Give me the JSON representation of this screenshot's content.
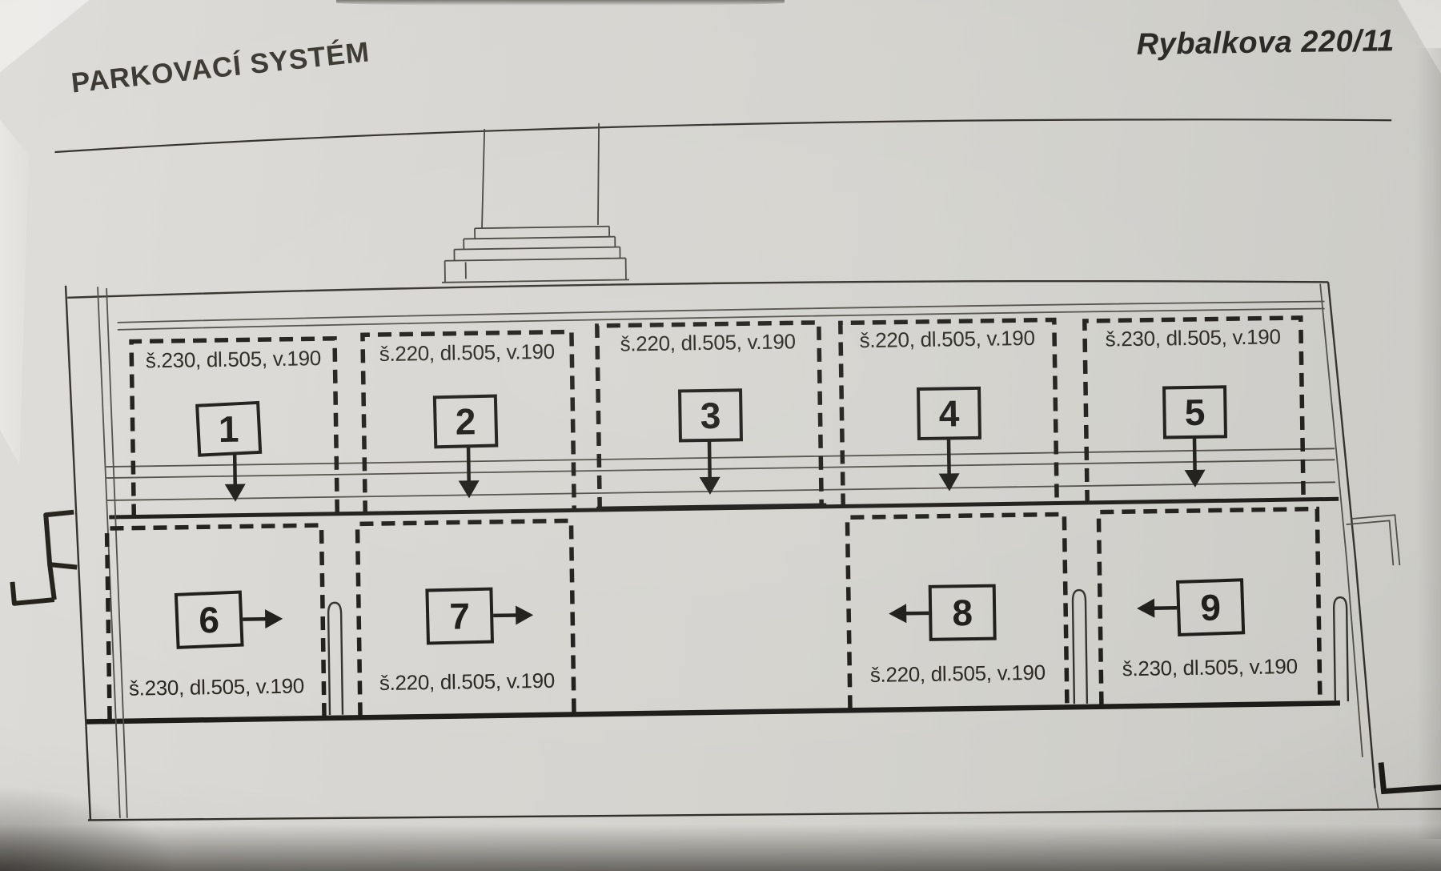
{
  "header": {
    "title": "PARKOVACÍ SYSTÉM",
    "address": "Rybalkova 220/11"
  },
  "diagram": {
    "paper_color": "#d8d6d2",
    "ink_color": "#1f1d19",
    "spaces": [
      {
        "number": "1",
        "dims": "š.230, dl.505, v.190",
        "arrow": "down"
      },
      {
        "number": "2",
        "dims": "š.220, dl.505, v.190",
        "arrow": "down"
      },
      {
        "number": "3",
        "dims": "š.220, dl.505, v.190",
        "arrow": "down"
      },
      {
        "number": "4",
        "dims": "š.220, dl.505, v.190",
        "arrow": "down"
      },
      {
        "number": "5",
        "dims": "š.230, dl.505, v.190",
        "arrow": "down"
      },
      {
        "number": "6",
        "dims": "š.230, dl.505, v.190",
        "arrow": "right"
      },
      {
        "number": "7",
        "dims": "š.220, dl.505, v.190",
        "arrow": "right"
      },
      {
        "number": "8",
        "dims": "š.220, dl.505, v.190",
        "arrow": "left"
      },
      {
        "number": "9",
        "dims": "š.230, dl.505, v.190",
        "arrow": "left"
      }
    ]
  }
}
